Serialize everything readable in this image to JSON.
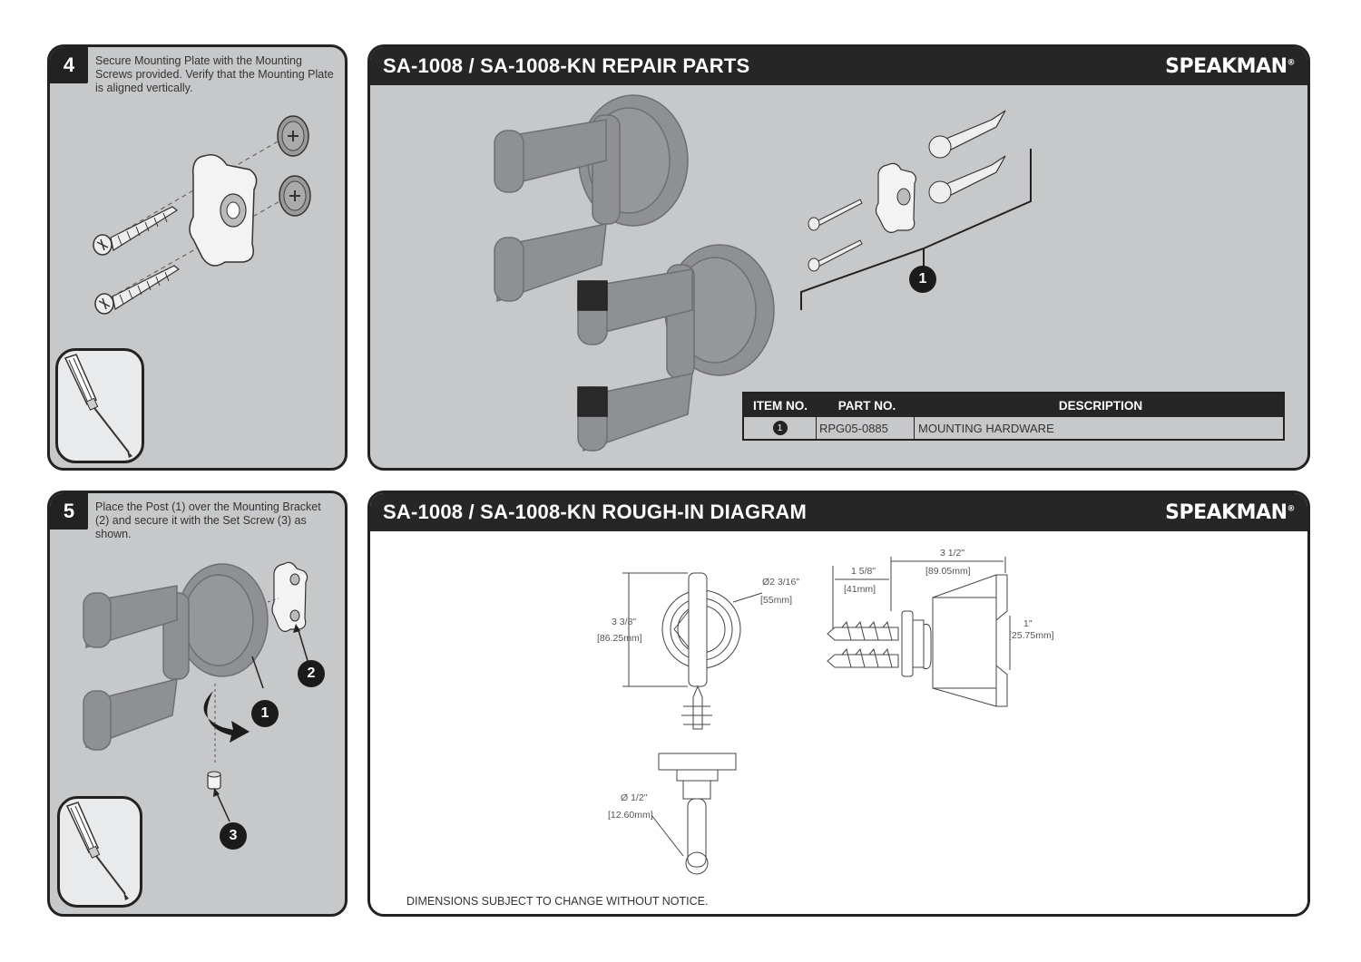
{
  "step4": {
    "number": "4",
    "instruction": "Secure Mounting Plate with the Mounting Screws provided. Verify that the Mounting Plate is aligned vertically."
  },
  "step5": {
    "number": "5",
    "instruction": "Place the Post (1) over the Mounting Bracket (2) and secure it with the Set Screw (3) as shown.",
    "callouts": [
      "1",
      "2",
      "3"
    ]
  },
  "repair_parts": {
    "title": "SA-1008 / SA-1008-KN REPAIR PARTS",
    "brand": "SPEAKMAN",
    "brand_mark": "®",
    "callout": "1",
    "table": {
      "headers": [
        "ITEM NO.",
        "PART NO.",
        "DESCRIPTION"
      ],
      "rows": [
        {
          "item": "1",
          "part_no": "RPG05-0885",
          "description": "MOUNTING HARDWARE"
        }
      ]
    }
  },
  "rough_in": {
    "title": "SA-1008 / SA-1008-KN ROUGH-IN DIAGRAM",
    "brand": "SPEAKMAN",
    "brand_mark": "®",
    "dimensions": {
      "height": "3 3/8\"",
      "height_mm": "[86.25mm]",
      "flange_dia": "Ø2 3/16\"",
      "flange_dia_mm": "[55mm]",
      "projection_total": "3 1/2\"",
      "projection_total_mm": "[89.05mm]",
      "projection_plate": "1 5/8\"",
      "projection_plate_mm": "[41mm]",
      "arm_height": "1\"",
      "arm_height_mm": "[25.75mm]",
      "post_dia": "Ø 1/2\"",
      "post_dia_mm": "[12.60mm]"
    },
    "disclaimer": "DIMENSIONS SUBJECT TO CHANGE WITHOUT NOTICE."
  },
  "colors": {
    "panel_bg": "#c7c8ca",
    "header_bg": "#262626",
    "part_fill": "#8f9093"
  }
}
